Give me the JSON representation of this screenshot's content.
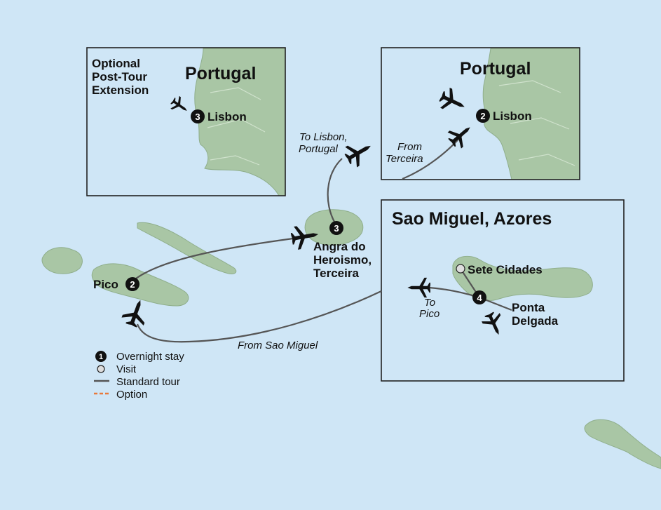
{
  "colors": {
    "sea": "#cfe6f6",
    "land": "#a9c6a5",
    "route": "#555555",
    "option": "#e8793a",
    "visit_marker": "#dddddd"
  },
  "insets": {
    "portugal_post": {
      "optional_label_1": "Optional",
      "optional_label_2": "Post-Tour",
      "optional_label_3": "Extension",
      "title": "Portugal",
      "stop_number": "3",
      "stop_name": "Lisbon"
    },
    "portugal_main": {
      "title": "Portugal",
      "stop_number": "2",
      "stop_name": "Lisbon",
      "from_1": "From",
      "from_2": "Terceira"
    },
    "sao_miguel": {
      "title": "Sao Miguel, Azores",
      "visit_name": "Sete Cidades",
      "stop_number": "4",
      "stop_name_1": "Ponta",
      "stop_name_2": "Delgada",
      "to_1": "To",
      "to_2": "Pico"
    }
  },
  "main_map": {
    "terceira": {
      "stop_number": "3",
      "name_1": "Angra do",
      "name_2": "Heroismo,",
      "name_3": "Terceira"
    },
    "to_lisbon_1": "To Lisbon,",
    "to_lisbon_2": "Portugal",
    "pico": {
      "name": "Pico",
      "stop_number": "2"
    },
    "from_sao_miguel": "From Sao Miguel"
  },
  "legend": {
    "overnight_number": "1",
    "overnight": "Overnight stay",
    "visit": "Visit",
    "standard": "Standard tour",
    "option": "Option"
  }
}
